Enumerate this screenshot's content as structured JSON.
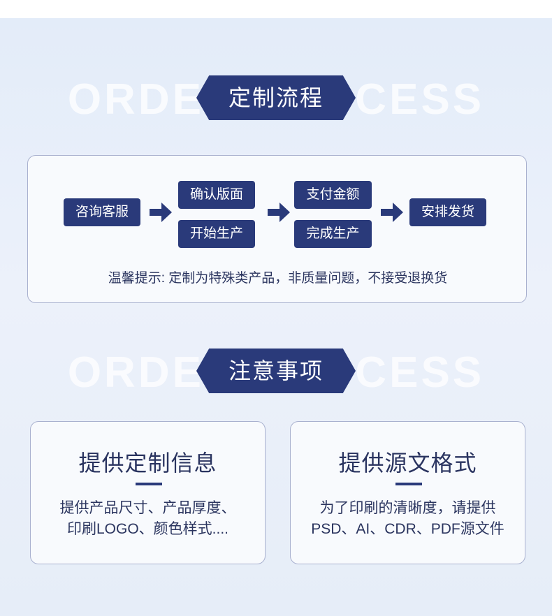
{
  "section1": {
    "watermark": "ORDER PROCESS",
    "title": "定制流程"
  },
  "flow": {
    "steps": [
      "咨询客服",
      "确认版面",
      "开始生产",
      "支付金额",
      "完成生产",
      "安排发货"
    ],
    "tip": "温馨提示: 定制为特殊类产品，非质量问题，不接受退换货"
  },
  "section2": {
    "watermark": "ORDER PROCESS",
    "title": "注意事项"
  },
  "cards": [
    {
      "title": "提供定制信息",
      "line1": "提供产品尺寸、产品厚度、",
      "line2": "印刷LOGO、颜色样式...."
    },
    {
      "title": "提供源文格式",
      "line1": "为了印刷的清晰度，请提供",
      "line2": "PSD、AI、CDR、PDF源文件"
    }
  ],
  "colors": {
    "navy": "#2a3a7a",
    "background": "#e6edf8",
    "card": "#f8fafd"
  },
  "icons": [
    "arrow-right-icon"
  ]
}
